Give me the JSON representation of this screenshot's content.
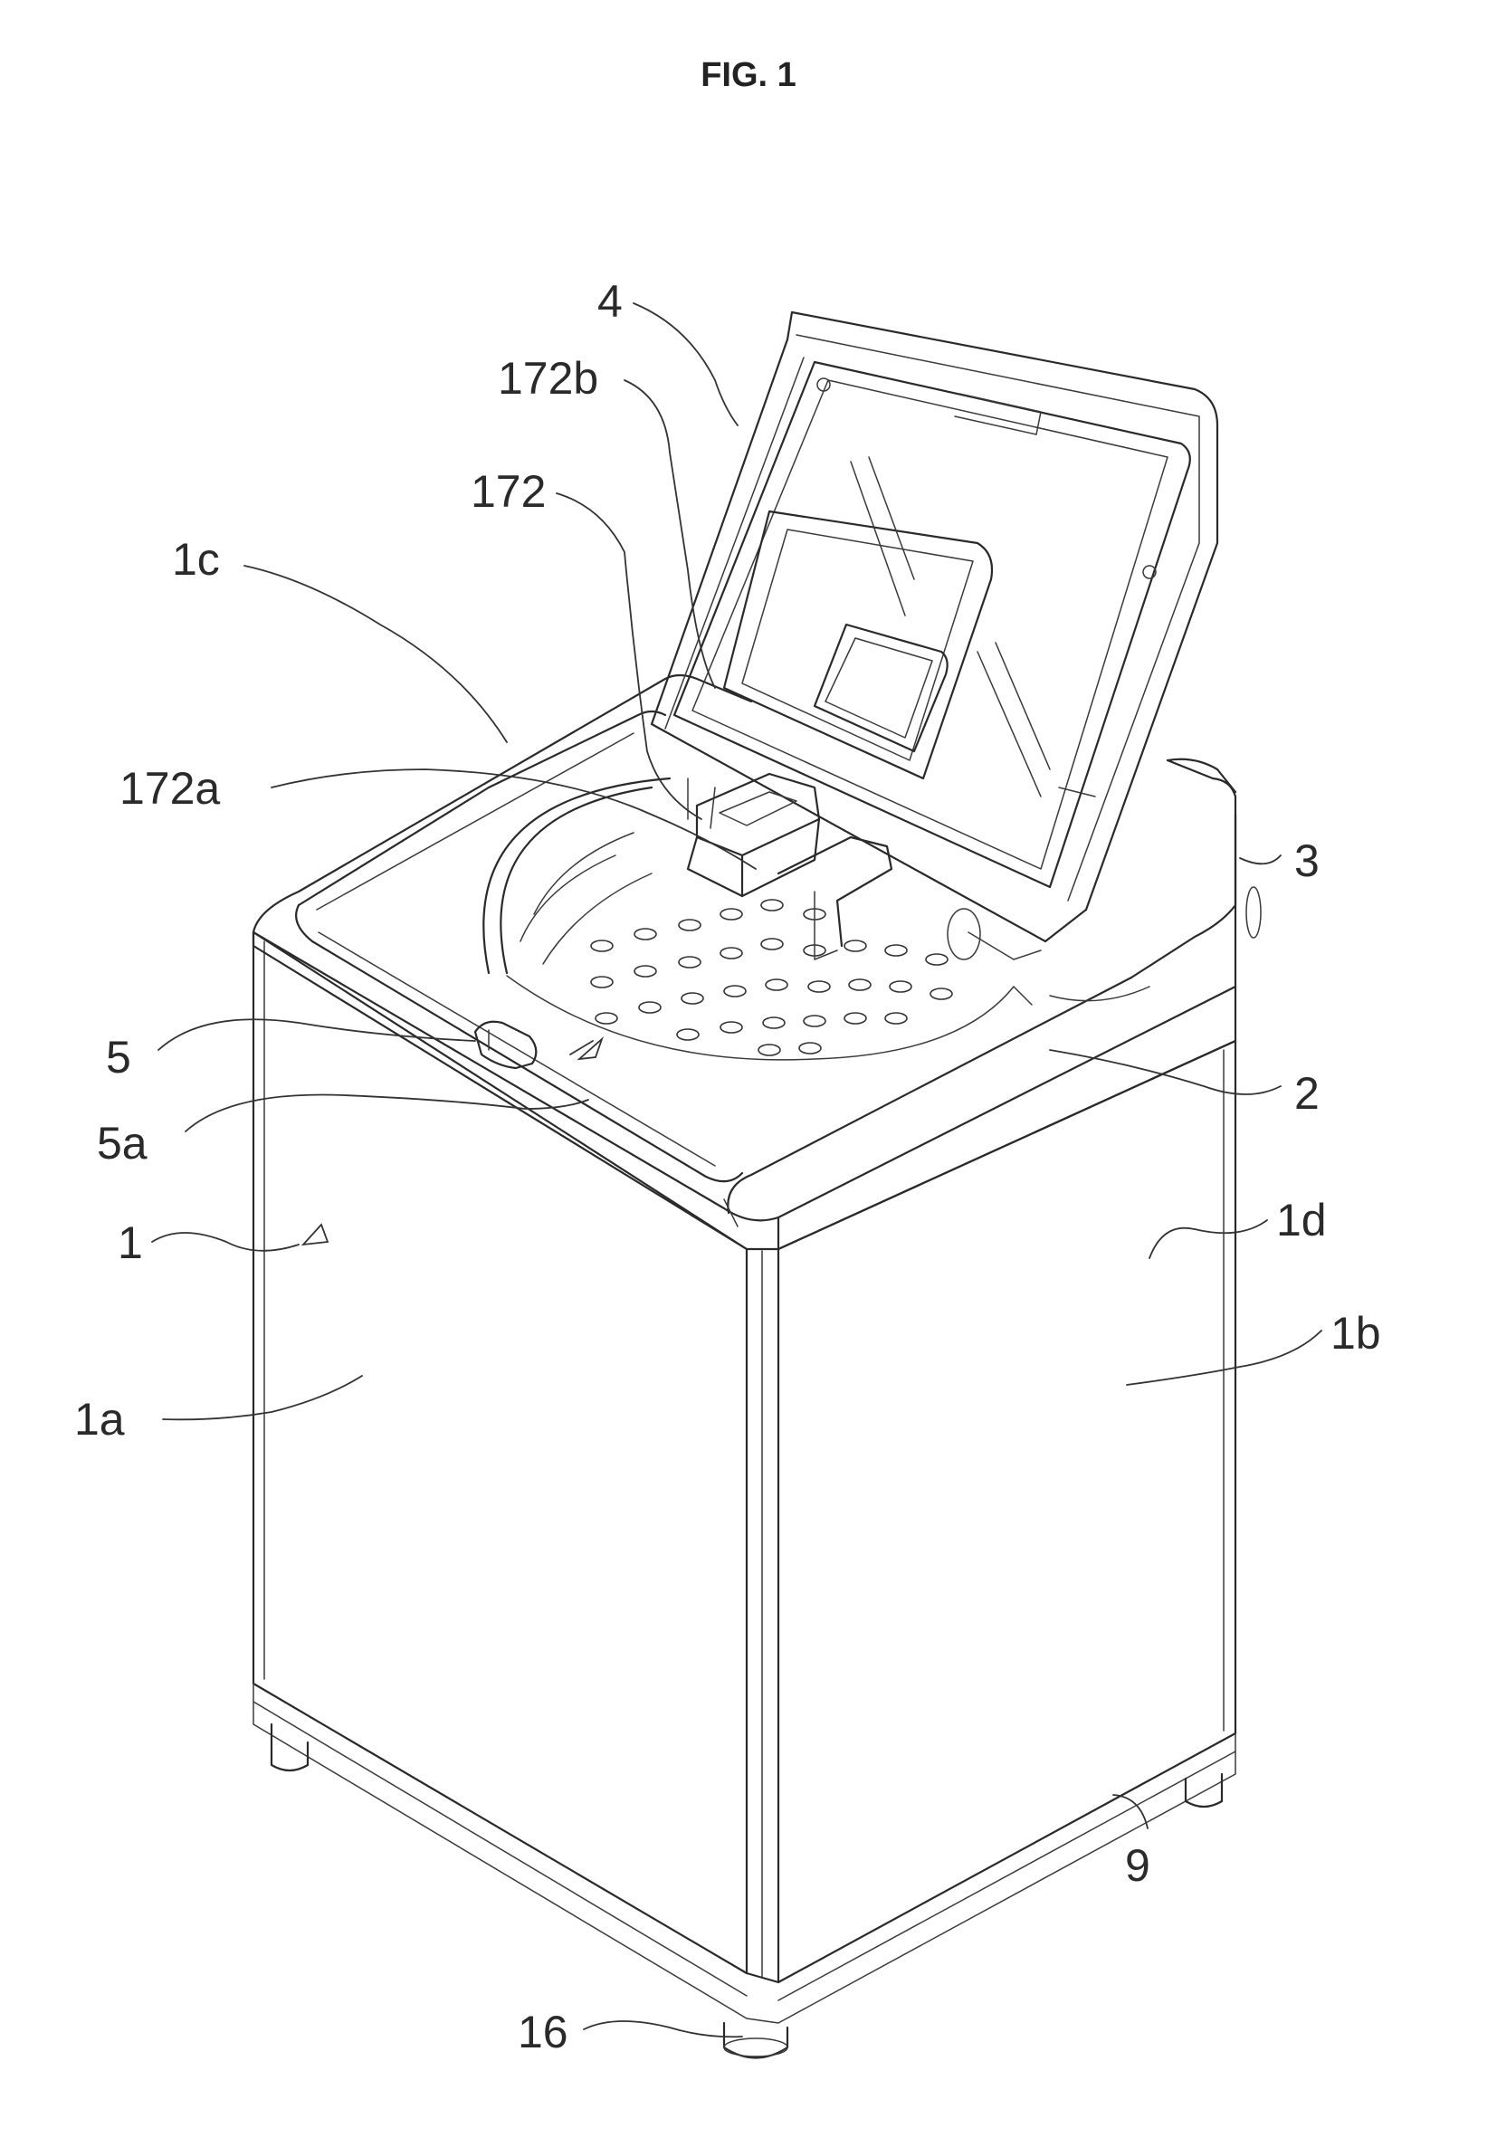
{
  "figure": {
    "title": "FIG. 1"
  },
  "labels": {
    "l4": "4",
    "l172b": "172b",
    "l172": "172",
    "l1c": "1c",
    "l172a": "172a",
    "l3": "3",
    "l5": "5",
    "l2": "2",
    "l5a": "5a",
    "l1": "1",
    "l1d": "1d",
    "l1b": "1b",
    "l1a": "1a",
    "l9": "9",
    "l16": "16"
  }
}
